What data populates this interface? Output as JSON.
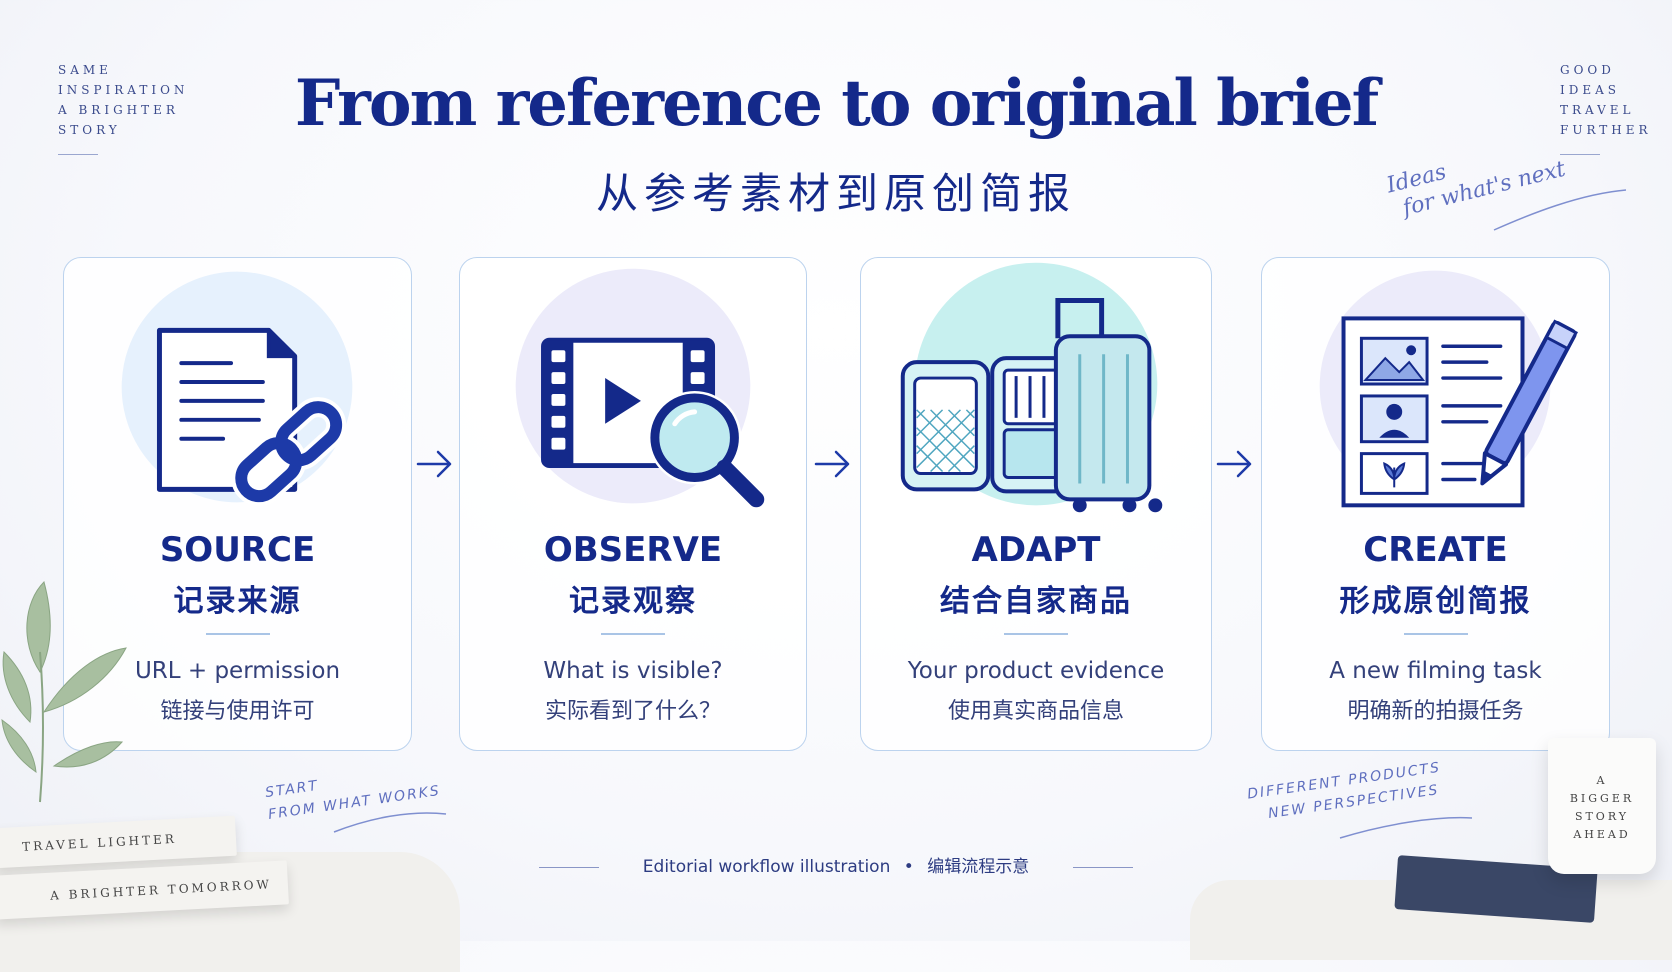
{
  "corner_left": [
    "SAME",
    "INSPIRATION",
    "A BRIGHTER",
    "STORY"
  ],
  "corner_right": [
    "GOOD",
    "IDEAS",
    "TRAVEL",
    "FURTHER"
  ],
  "title": "From reference to original brief",
  "subtitle": "从参考素材到原创简报",
  "script_right": [
    "Ideas",
    "for what's next"
  ],
  "hand_left": [
    "START",
    "FROM WHAT WORKS"
  ],
  "hand_right": [
    "DIFFERENT PRODUCTS",
    "NEW PERSPECTIVES"
  ],
  "steps": [
    {
      "icon": "document-link-icon",
      "title_en": "SOURCE",
      "title_zh": "记录来源",
      "desc_en": "URL + permission",
      "desc_zh": "链接与使用许可"
    },
    {
      "icon": "video-magnifier-icon",
      "title_en": "OBSERVE",
      "title_zh": "记录观察",
      "desc_en": "What is visible?",
      "desc_zh": "实际看到了什么？"
    },
    {
      "icon": "suitcase-icon",
      "title_en": "ADAPT",
      "title_zh": "结合自家商品",
      "desc_en": "Your product evidence",
      "desc_zh": "使用真实商品信息"
    },
    {
      "icon": "brief-pencil-icon",
      "title_en": "CREATE",
      "title_zh": "形成原创简报",
      "desc_en": "A new filming task",
      "desc_zh": "明确新的拍摄任务"
    }
  ],
  "footer": {
    "en": "Editorial workflow illustration",
    "sep": "•",
    "zh": "编辑流程示意"
  },
  "book_top": "TRAVEL LIGHTER",
  "book_bottom": "A BRIGHTER TOMORROW",
  "mug_text": [
    "A",
    "BIGGER",
    "STORY",
    "AHEAD"
  ],
  "colors": {
    "accent": "#14298a",
    "card_border": "#bcd3ee",
    "icon_fill": "#bfeaf0"
  }
}
